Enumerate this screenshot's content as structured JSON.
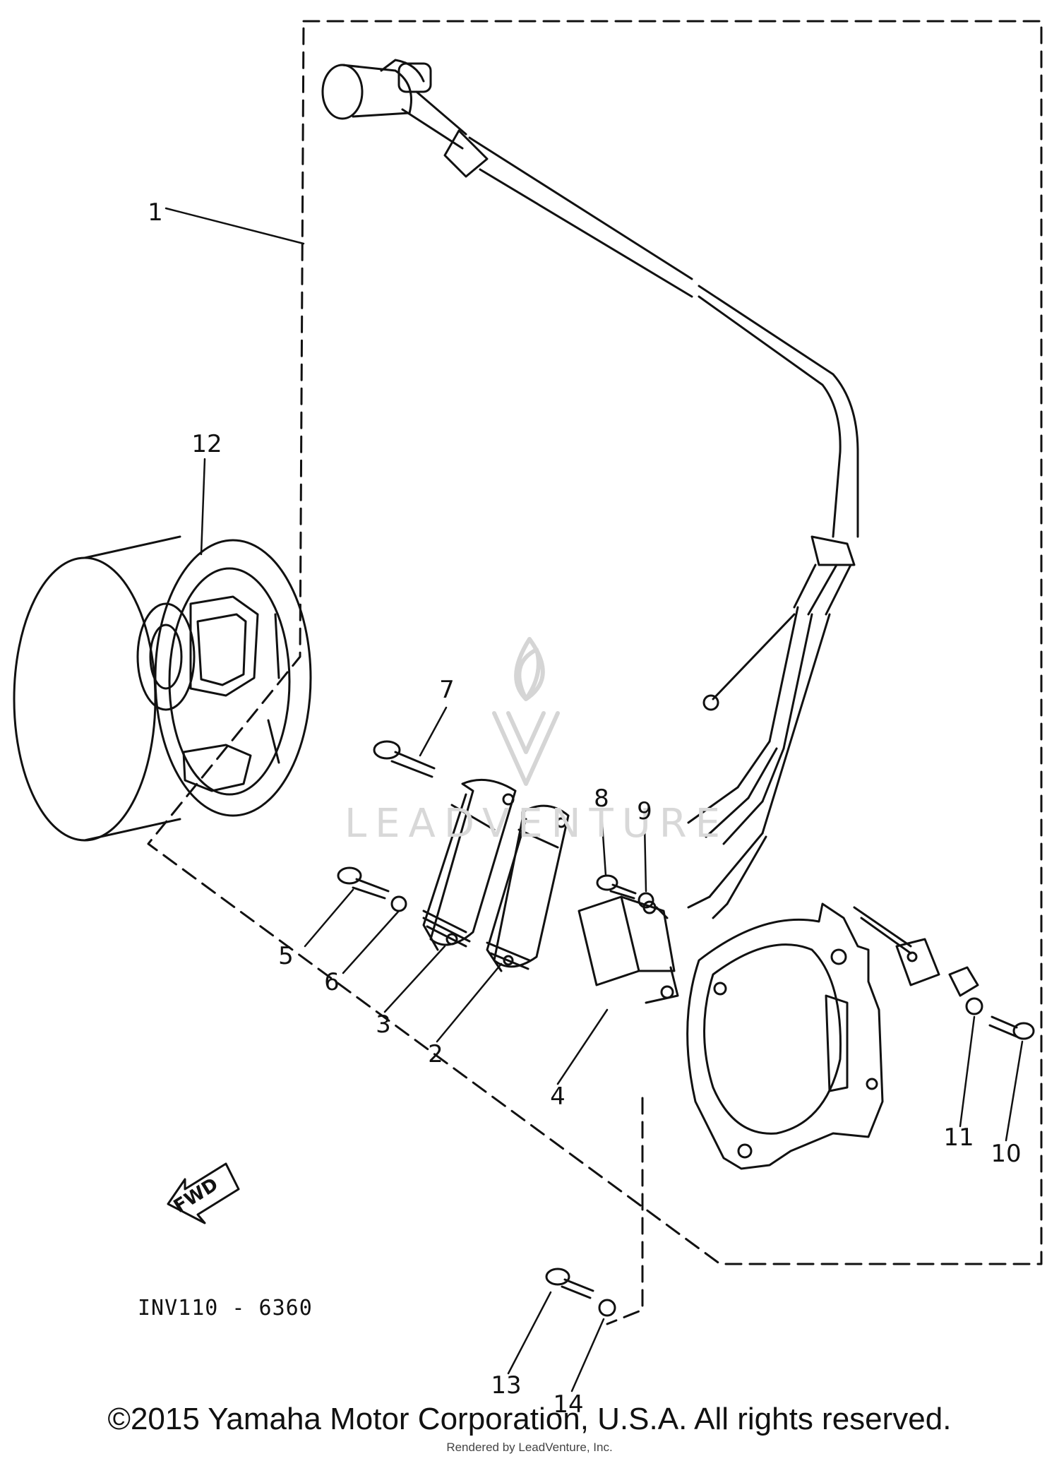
{
  "diagram": {
    "callouts": [
      "1",
      "2",
      "3",
      "4",
      "5",
      "6",
      "7",
      "8",
      "9",
      "10",
      "11",
      "12",
      "13",
      "14"
    ],
    "drawing_code": "INV110 - 6360",
    "fwd_label": "FWD",
    "watermark_text": "LEADVENTURE",
    "copyright": "©2015 Yamaha Motor Corporation, U.S.A. All rights reserved.",
    "rendered_by": "Rendered by LeadVenture, Inc."
  }
}
